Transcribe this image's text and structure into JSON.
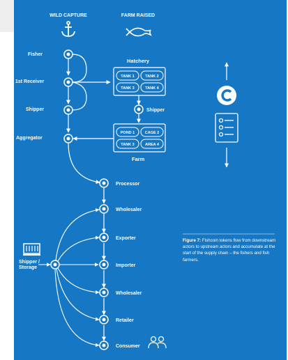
{
  "header": {
    "wild_capture": "WILD CAPTURE",
    "farm_raised": "FARM RAISED"
  },
  "wild_chain": {
    "fisher": "Fisher",
    "first_receiver": "1st Receiver",
    "shipper": "Shipper",
    "aggregator": "Aggregator"
  },
  "hatchery": {
    "title": "Hatchery",
    "tanks": [
      "TANK 1",
      "TANK 2",
      "TANK 3",
      "TANK 4"
    ],
    "shipper": "Shipper"
  },
  "farm": {
    "title": "Farm",
    "units": [
      "POND 1",
      "CAGE 2",
      "TANK 3",
      "AREA 4"
    ]
  },
  "downstream": {
    "processor": "Processor",
    "wholesaler_1": "Wholesaler",
    "exporter": "Exporter",
    "importer": "Importer",
    "wholesaler_2": "Wholesaler",
    "retailer": "Retailer",
    "consumer": "Consumer"
  },
  "storage": {
    "label_line1": "Shipper /",
    "label_line2": "Storage"
  },
  "caption": {
    "title": "Figure 7:",
    "text": "Fishcoin tokens flow from downstream actors to upstream actors and accumulate at the start of the supply chain – the fishers and fish farmers."
  },
  "colors": {
    "panel": "#1677c4",
    "foreground": "#ffffff"
  }
}
